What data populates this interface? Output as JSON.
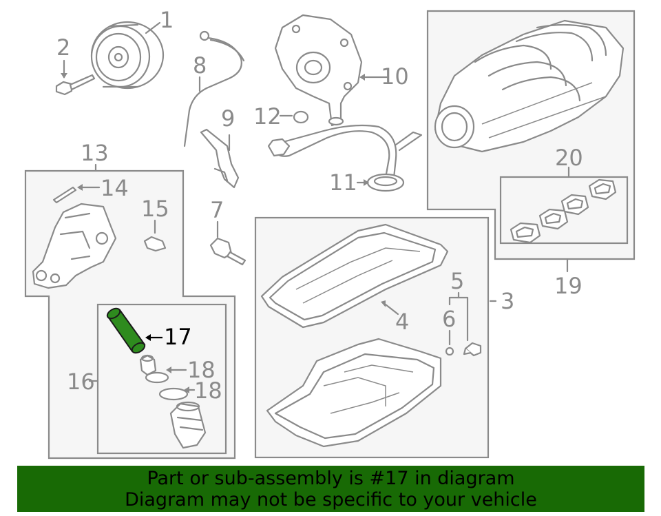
{
  "callouts": {
    "c1": "1",
    "c2": "2",
    "c3": "3",
    "c4": "4",
    "c5": "5",
    "c6": "6",
    "c7": "7",
    "c8": "8",
    "c9": "9",
    "c10": "10",
    "c11": "11",
    "c12": "12",
    "c13": "13",
    "c14": "14",
    "c15": "15",
    "c16": "16",
    "c17": "17",
    "c18a": "18",
    "c18b": "18",
    "c19": "19",
    "c20": "20"
  },
  "highlight": {
    "part_number": "17",
    "color": "#2e8b1e"
  },
  "banner": {
    "line1": "Part or sub-assembly is #17 in diagram",
    "line2": "Diagram may not be specific to your vehicle",
    "background": "#186a05"
  }
}
